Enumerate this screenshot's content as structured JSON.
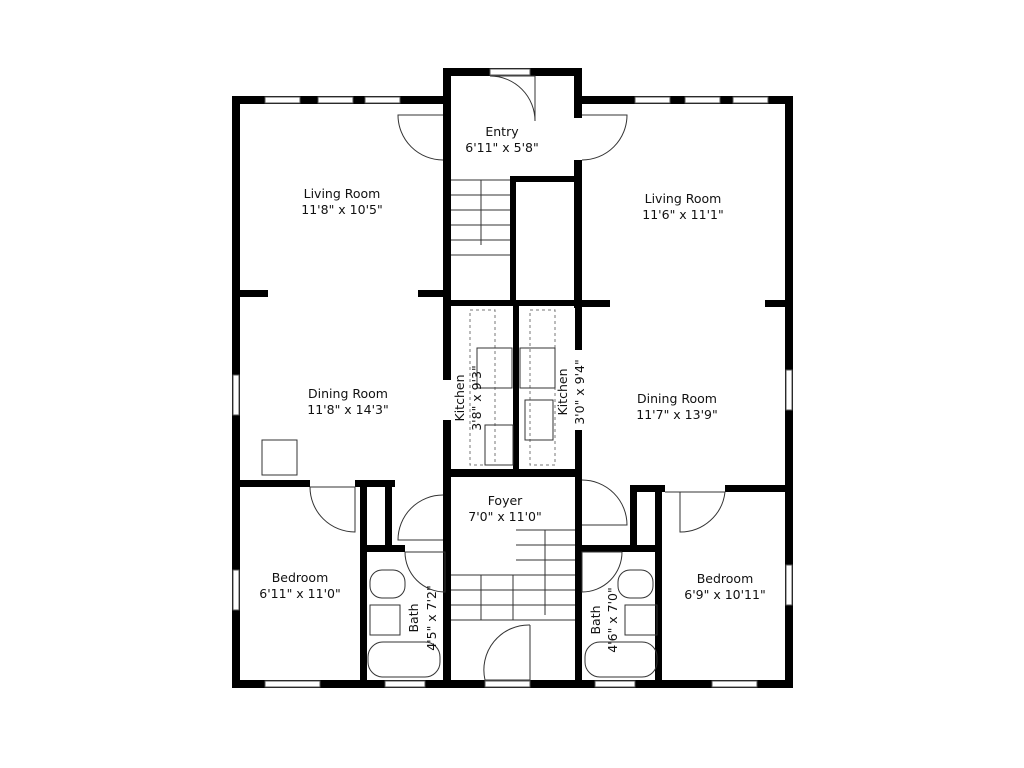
{
  "rooms": [
    {
      "name": "Entry",
      "size": "6'11\" x 5'8\""
    },
    {
      "name": "Living Room",
      "size": "11'8\" x 10'5\""
    },
    {
      "name": "Living Room",
      "size": "11'6\" x 11'1\""
    },
    {
      "name": "Dining Room",
      "size": "11'8\" x 14'3\""
    },
    {
      "name": "Dining Room",
      "size": "11'7\" x 13'9\""
    },
    {
      "name": "Kitchen",
      "size": "3'8\" x 9'3\""
    },
    {
      "name": "Kitchen",
      "size": "3'0\" x 9'4\""
    },
    {
      "name": "Foyer",
      "size": "7'0\" x 11'0\""
    },
    {
      "name": "Bedroom",
      "size": "6'11\" x 11'0\""
    },
    {
      "name": "Bedroom",
      "size": "6'9\" x 10'11\""
    },
    {
      "name": "Bath",
      "size": "4'5\" x 7'2\""
    },
    {
      "name": "Bath",
      "size": "4'6\" x 7'0\""
    }
  ]
}
